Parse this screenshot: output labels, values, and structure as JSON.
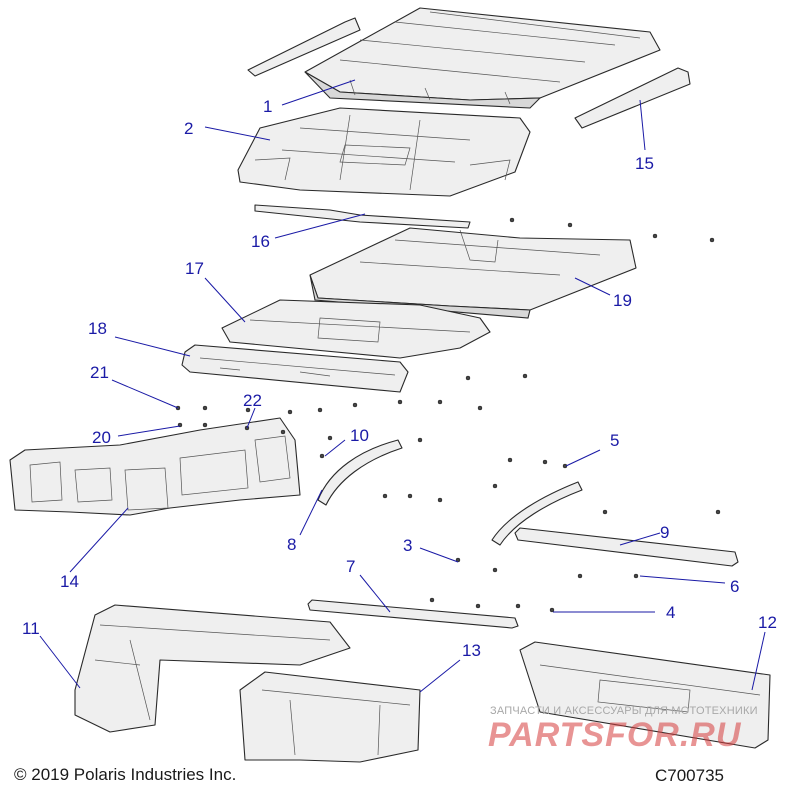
{
  "callouts": [
    "1",
    "2",
    "3",
    "4",
    "5",
    "6",
    "7",
    "8",
    "9",
    "10",
    "11",
    "12",
    "13",
    "14",
    "15",
    "16",
    "17",
    "18",
    "19",
    "20",
    "21",
    "22"
  ],
  "footer": {
    "copyright": "© 2019 Polaris Industries Inc.",
    "drawing_code": "C700735"
  },
  "watermark": {
    "subtitle": "ЗАПЧАСТИ И АКСЕССУАРЫ ДЛЯ МОТОТЕХНИКИ",
    "logo": "PARTSFOR.RU"
  },
  "colors": {
    "callout": "#1a1aa6",
    "line": "#2a2a2a",
    "watermark": "#d63c3c"
  }
}
